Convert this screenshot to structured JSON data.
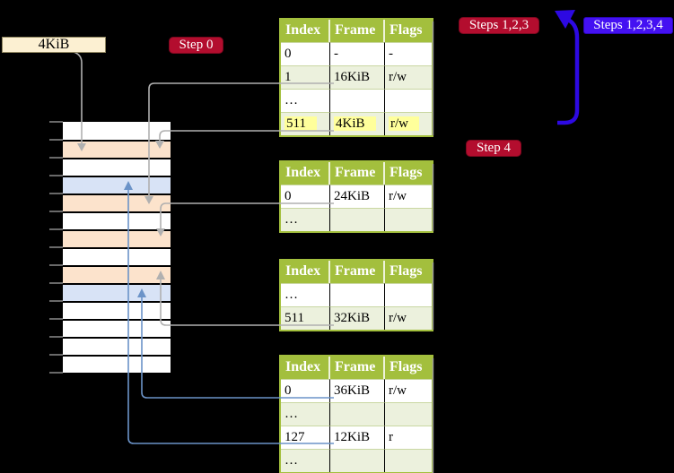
{
  "labels": {
    "frame_pointer": "4KiB",
    "step0": "Step 0",
    "steps123": "Steps 1,2,3",
    "steps1234": "Steps 1,2,3,4",
    "step4": "Step 4"
  },
  "colors": {
    "background": "#000000",
    "table_header": "#a3bf3d",
    "table_row_green": "#ecf1dd",
    "table_row_white": "#ffffff",
    "highlight_yellow": "#ffff9b",
    "memory_page_table_row": "#fce3cc",
    "memory_mapped_page_row": "#d8e3f6",
    "memory_free_row": "#ffffff",
    "step_badge_red": "#b30d2e",
    "steps_all_badge_blue": "#4411f2",
    "pointer_label_wheat": "#fcf0d2",
    "connector_grey": "#b0b0b0",
    "connector_blue": "#6b93c8",
    "loop_arrow_blue": "#2d09e2"
  },
  "memory_column": {
    "rows": [
      "free",
      "table",
      "free",
      "page",
      "table",
      "free",
      "table",
      "free",
      "table",
      "page",
      "free",
      "free",
      "free",
      "free"
    ]
  },
  "tables": [
    {
      "id": "t1",
      "headers": [
        "Index",
        "Frame",
        "Flags"
      ],
      "rows": [
        {
          "cells": [
            "0",
            "-",
            "-"
          ],
          "shade": "white"
        },
        {
          "cells": [
            "1",
            "16KiB",
            "r/w"
          ],
          "shade": "green"
        },
        {
          "cells": [
            "…",
            "",
            ""
          ],
          "shade": "white"
        },
        {
          "cells": [
            "511",
            "4KiB",
            "r/w"
          ],
          "shade": "green",
          "highlight": true
        }
      ]
    },
    {
      "id": "t2",
      "headers": [
        "Index",
        "Frame",
        "Flags"
      ],
      "rows": [
        {
          "cells": [
            "0",
            "24KiB",
            "r/w"
          ],
          "shade": "white"
        },
        {
          "cells": [
            "…",
            "",
            ""
          ],
          "shade": "green"
        }
      ]
    },
    {
      "id": "t3",
      "headers": [
        "Index",
        "Frame",
        "Flags"
      ],
      "rows": [
        {
          "cells": [
            "…",
            "",
            ""
          ],
          "shade": "white"
        },
        {
          "cells": [
            "511",
            "32KiB",
            "r/w"
          ],
          "shade": "green"
        }
      ]
    },
    {
      "id": "t4",
      "headers": [
        "Index",
        "Frame",
        "Flags"
      ],
      "rows": [
        {
          "cells": [
            "0",
            "36KiB",
            "r/w"
          ],
          "shade": "white"
        },
        {
          "cells": [
            "…",
            "",
            ""
          ],
          "shade": "green"
        },
        {
          "cells": [
            "127",
            "12KiB",
            "r"
          ],
          "shade": "white"
        },
        {
          "cells": [
            "…",
            "",
            ""
          ],
          "shade": "green"
        }
      ]
    }
  ],
  "connections": [
    {
      "id": "cr3",
      "from": "4KiB pointer label",
      "to": "memory row 4KiB",
      "style": "grey"
    },
    {
      "id": "t1-1",
      "from": "table1 index 1 (16KiB)",
      "to": "memory row 16KiB",
      "style": "grey"
    },
    {
      "id": "t1-511",
      "from": "table1 index 511 (4KiB)",
      "to": "memory row 4KiB",
      "style": "grey"
    },
    {
      "id": "t2-0",
      "from": "table2 index 0 (24KiB)",
      "to": "memory row 24KiB",
      "style": "grey"
    },
    {
      "id": "t3-511",
      "from": "table3 index 511 (32KiB)",
      "to": "memory row 32KiB",
      "style": "grey"
    },
    {
      "id": "t4-0",
      "from": "table4 index 0 (36KiB)",
      "to": "memory row 36KiB",
      "style": "blue"
    },
    {
      "id": "t4-127",
      "from": "table4 index 127 (12KiB)",
      "to": "memory row 12KiB",
      "style": "blue"
    },
    {
      "id": "loop",
      "from": "table walk bottom",
      "to": "top",
      "style": "loop"
    }
  ]
}
